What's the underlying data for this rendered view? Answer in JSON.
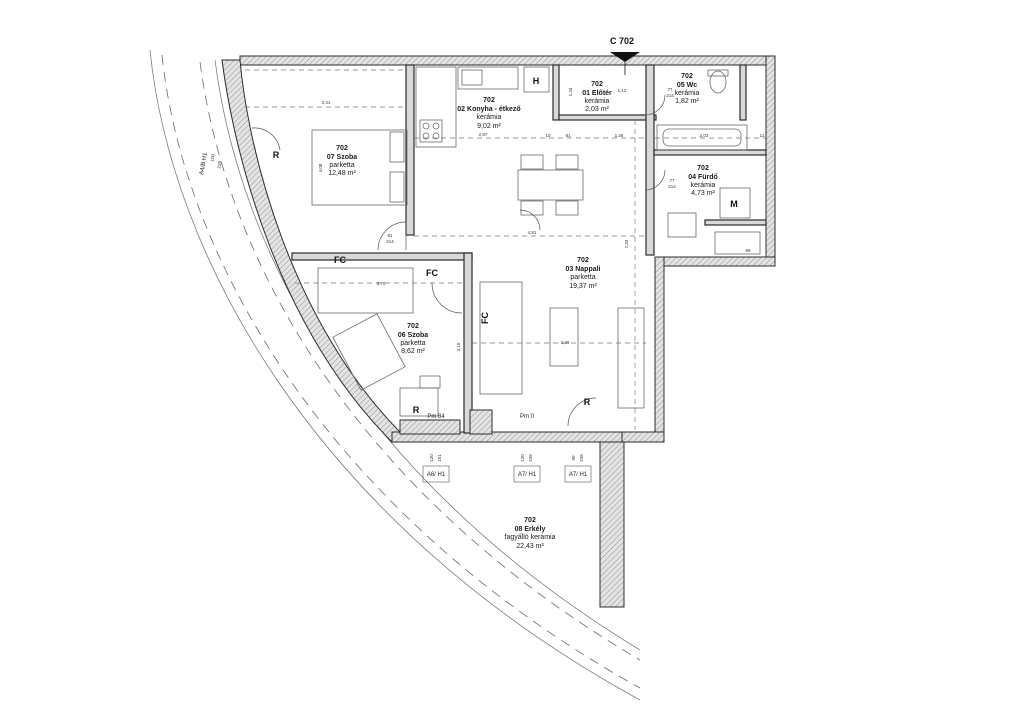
{
  "section_marker": "C 702",
  "rooms": [
    {
      "id": "r01",
      "num": "702",
      "name": "01 Előtér",
      "floor": "kerámia",
      "area": "2,03 m²"
    },
    {
      "id": "r02",
      "num": "702",
      "name": "02 Konyha - étkező",
      "floor": "kerámia",
      "area": "9,02 m²"
    },
    {
      "id": "r03",
      "num": "702",
      "name": "03 Nappali",
      "floor": "parketta",
      "area": "19,37 m²"
    },
    {
      "id": "r04",
      "num": "702",
      "name": "04 Fürdő",
      "floor": "kerámia",
      "area": "4,73 m²"
    },
    {
      "id": "r05",
      "num": "702",
      "name": "05 Wc",
      "floor": "kerámia",
      "area": "1,82 m²"
    },
    {
      "id": "r06",
      "num": "702",
      "name": "06 Szoba",
      "floor": "parketta",
      "area": "8,62 m²"
    },
    {
      "id": "r07",
      "num": "702",
      "name": "07 Szoba",
      "floor": "parketta",
      "area": "12,48 m²"
    },
    {
      "id": "r08",
      "num": "702",
      "name": "08 Erkély",
      "floor": "fagyálló kerámia",
      "area": "22,43 m²"
    }
  ],
  "labels": {
    "fc1": "FC",
    "fc2": "FC",
    "fc3": "FC",
    "r1": "R",
    "r2": "R",
    "r3": "R",
    "h": "H",
    "m": "M",
    "pm84": "Pm 84",
    "pm0": "Pm 0"
  },
  "window_tags": [
    "A6/ H1",
    "A7/ H1",
    "A7/ H1",
    "A4/B H1"
  ],
  "dims": {
    "d_341": "3,41",
    "d_408": "4,08",
    "d_287": "2,87",
    "d_091": "91",
    "d_214a": "214",
    "d_481": "4,81",
    "d_733": "7,33",
    "d_370": "3,70",
    "d_315": "3,15",
    "d_349": "3,49",
    "d_126": "1,26",
    "d_203": "2,03",
    "d_134": "1,34",
    "d_112": "1,12",
    "d_077a": "77",
    "d_214b": "214",
    "d_077b": "77",
    "d_214c": "214",
    "d_120a": "120",
    "d_151": "151",
    "d_120b": "120",
    "d_238a": "238",
    "d_090": "90",
    "d_238b": "238",
    "d_100": "100",
    "d_239": "239",
    "d_010": "10",
    "d_011": "11",
    "d_081": "81",
    "d_069": "69"
  }
}
